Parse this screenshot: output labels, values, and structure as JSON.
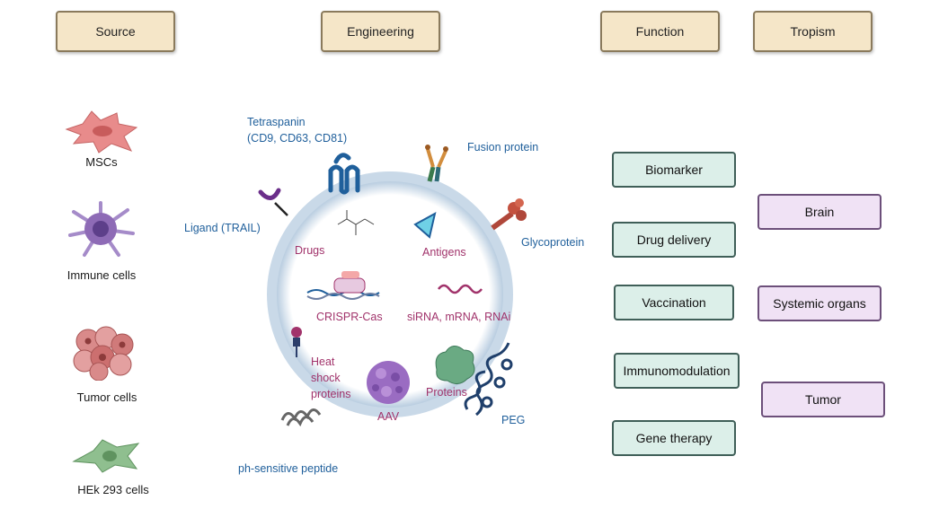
{
  "headers": {
    "source": "Source",
    "engineering": "Engineering",
    "function": "Function",
    "tropism": "Tropism"
  },
  "sources": {
    "mscs": "MSCs",
    "immune": "Immune cells",
    "tumor": "Tumor cells",
    "hek": "HEk 293 cells"
  },
  "surface": {
    "tetraspanin_1": "Tetraspanin",
    "tetraspanin_2": "(CD9, CD63, CD81)",
    "fusion": "Fusion protein",
    "ligand": "Ligand (TRAIL)",
    "glycoprotein": "Glycoprotein",
    "peg": "PEG",
    "ph_peptide": "ph-sensitive peptide"
  },
  "cargo": {
    "drugs": "Drugs",
    "antigens": "Antigens",
    "crispr": "CRISPR-Cas",
    "rna": "siRNA, mRNA, RNAi",
    "heat_1": "Heat",
    "heat_2": "shock",
    "heat_3": "proteins",
    "aav": "AAV",
    "proteins": "Proteins"
  },
  "functions": [
    "Biomarker",
    "Drug delivery",
    "Vaccination",
    "Immunomodulation",
    "Gene therapy"
  ],
  "tropism": [
    "Brain",
    "Systemic organs",
    "Tumor"
  ],
  "colors": {
    "header_fill": "#f5e6c8",
    "function_fill": "#dcefe9",
    "tropism_fill": "#f0e2f5",
    "label_blue": "#1f5f9b",
    "cargo_magenta": "#a1336b",
    "vesicle_fill": "#c9d9e8"
  }
}
